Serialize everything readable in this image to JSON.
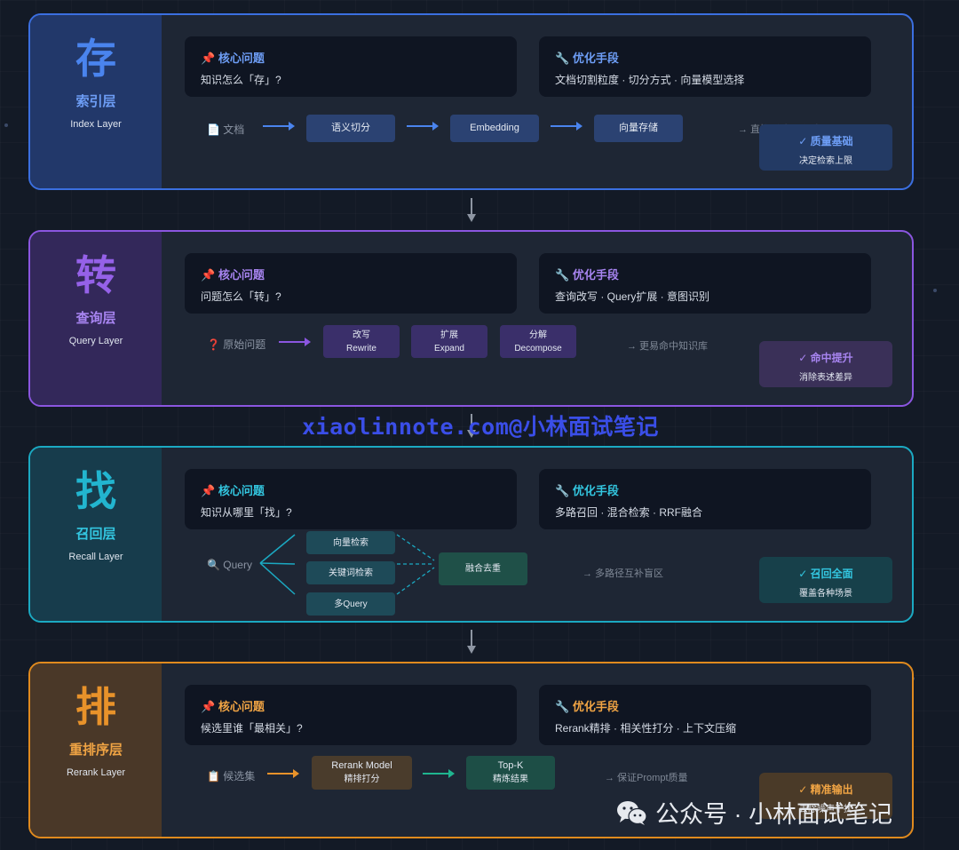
{
  "common": {
    "core_title": "核心问题",
    "opt_title": "优化手段",
    "pin": "📌",
    "wrench": "🔧"
  },
  "layers": {
    "index": {
      "char": "存",
      "name_cn": "索引层",
      "name_en": "Index Layer",
      "color": "#3b6fe0",
      "core": "知识怎么「存」?",
      "opt": "文档切割粒度 · 切分方式 · 向量模型选择",
      "input_icon": "📄",
      "input": "文档",
      "steps": [
        "语义切分",
        "Embedding",
        "向量存储"
      ],
      "note": "→ 直接影响语义质量",
      "badge_title": "✓ 质量基础",
      "badge_sub": "决定检索上限"
    },
    "query": {
      "char": "转",
      "name_cn": "查询层",
      "name_en": "Query Layer",
      "color": "#8b56e0",
      "core": "问题怎么「转」?",
      "opt": "查询改写 · Query扩展 · 意图识别",
      "input_icon": "❓",
      "input": "原始问题",
      "steps": [
        {
          "cn": "改写",
          "en": "Rewrite"
        },
        {
          "cn": "扩展",
          "en": "Expand"
        },
        {
          "cn": "分解",
          "en": "Decompose"
        }
      ],
      "note": "→ 更易命中知识库",
      "badge_title": "✓ 命中提升",
      "badge_sub": "消除表述差异"
    },
    "recall": {
      "char": "找",
      "name_cn": "召回层",
      "name_en": "Recall Layer",
      "color": "#1ba9c2",
      "core": "知识从哪里「找」?",
      "opt": "多路召回 · 混合检索 · RRF融合",
      "input_icon": "🔍",
      "input": "Query",
      "branches": [
        "向量检索",
        "关键词检索",
        "多Query"
      ],
      "merge": "融合去重",
      "note": "→ 多路径互补盲区",
      "badge_title": "✓ 召回全面",
      "badge_sub": "覆盖各种场景"
    },
    "rerank": {
      "char": "排",
      "name_cn": "重排序层",
      "name_en": "Rerank Layer",
      "color": "#e08a1e",
      "core": "候选里谁「最相关」?",
      "opt": "Rerank精排 · 相关性打分 · 上下文压缩",
      "input_icon": "📋",
      "input": "候选集",
      "step1": {
        "title": "Rerank Model",
        "sub": "精排打分"
      },
      "step2": {
        "title": "Top-K",
        "sub": "精炼结果"
      },
      "note": "→ 保证Prompt质量",
      "badge_title": "✓ 精准输出",
      "badge_sub": "去除噪声干扰"
    }
  },
  "watermark": "xiaolinnote.com@小林面试笔记",
  "wechat_label": "公众号 · 小林面试笔记"
}
